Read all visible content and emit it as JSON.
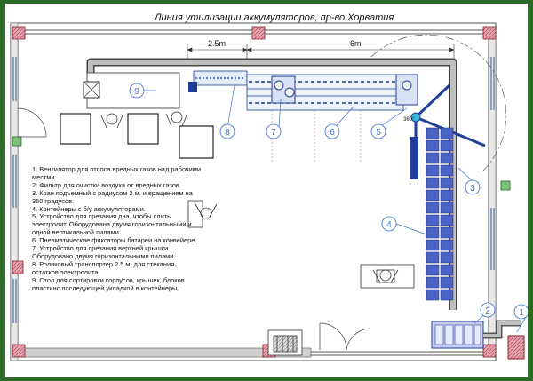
{
  "title": "Линия утилизации аккумуляторов, пр-во Хорватия",
  "dimensions": {
    "section_a": "2.5m",
    "section_b": "6m"
  },
  "angle_label": "360°",
  "callouts": [
    "1",
    "2",
    "3",
    "4",
    "5",
    "6",
    "7",
    "8",
    "9"
  ],
  "legend": [
    "1. Вентилятор для отсоса вредных газов над рабочими местми.",
    "2. Фильтр для очистки воздуха от вредных газов.",
    "3. Кран подъемный с радиусом 2 м. и вращением на 360 градусов.",
    "4. Контейнеры с б/у аккумуляторами.",
    "5. Устройство для срезания дна, чтобы слить электролит. Оборудована двумя горизонтальными и одной вертикальной пилами.",
    "6. Пневматические фиксаторы батареи на конвейере.",
    "7. Устройство для срезания верхней крышки. Оборудовано двумя горизонтальными пилами.",
    "8. Роликовый транспортер 2.5 м. для стекания остатков электролита.",
    "9. Стол для сортировки корпусов, крышек, блоков пластинс последующей укладкой в контейнеры."
  ]
}
